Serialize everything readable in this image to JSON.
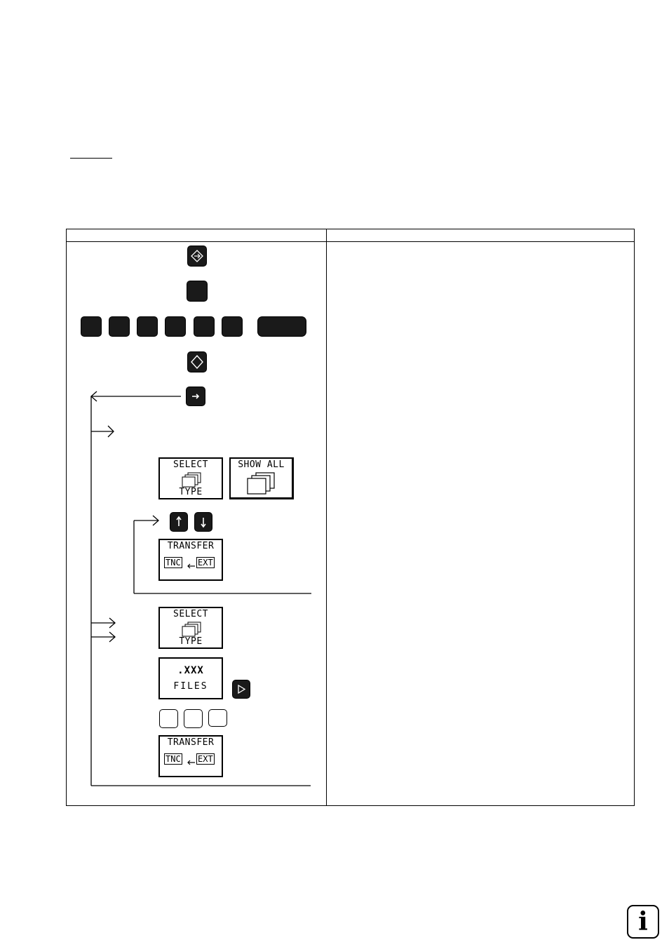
{
  "softkeys": {
    "select_type": {
      "line1": "SELECT",
      "line2": "TYPE"
    },
    "show_all": {
      "label": "SHOW ALL"
    },
    "transfer": {
      "title": "TRANSFER",
      "left": "TNC",
      "right": "EXT"
    },
    "files": {
      "ext": ".XXX",
      "label": "FILES"
    }
  },
  "icons": {
    "pgm_mgt": "diamond-arrows-icon",
    "ext": "arrow-right-icon",
    "arrow_up": "arrow-up-icon",
    "arrow_down": "arrow-down-icon",
    "arrow_right": "triangle-right-icon",
    "info": "info-icon"
  },
  "badge": {
    "label": "i"
  }
}
